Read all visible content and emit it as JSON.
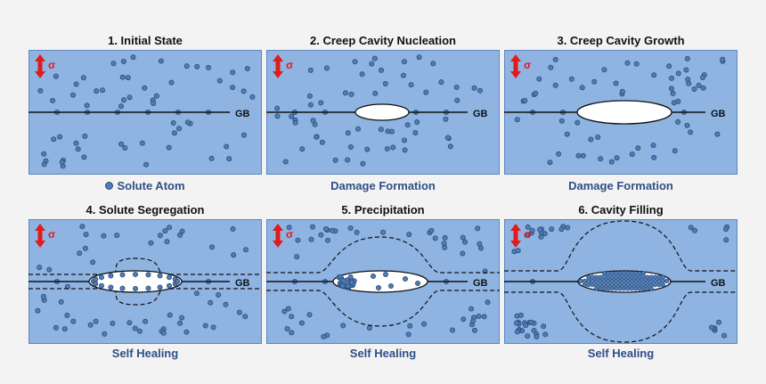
{
  "panels": [
    {
      "title": "1. Initial State",
      "caption": "Solute Atom",
      "stage": "initial"
    },
    {
      "title": "2. Creep Cavity Nucleation",
      "caption": "Damage Formation",
      "stage": "nucleation"
    },
    {
      "title": "3. Creep Cavity Growth",
      "caption": "Damage Formation",
      "stage": "growth"
    },
    {
      "title": "4. Solute Segregation",
      "caption": "Self Healing",
      "stage": "segregation"
    },
    {
      "title": "5. Precipitation",
      "caption": "Self Healing",
      "stage": "precipitation"
    },
    {
      "title": "6. Cavity Filling",
      "caption": "Self Healing",
      "stage": "filling"
    }
  ],
  "labels": {
    "stress": "σ",
    "grain_boundary": "GB"
  },
  "colors": {
    "matrix": "#8fb4e2",
    "matrix_border": "#5f86be",
    "atom": "#4e7db8",
    "atom_border": "#2c4d78",
    "arrow": "#e01b1b",
    "caption": "#2e4f86"
  },
  "icons": {
    "legend": "solute-atom-icon",
    "stress": "stress-arrow-icon"
  }
}
